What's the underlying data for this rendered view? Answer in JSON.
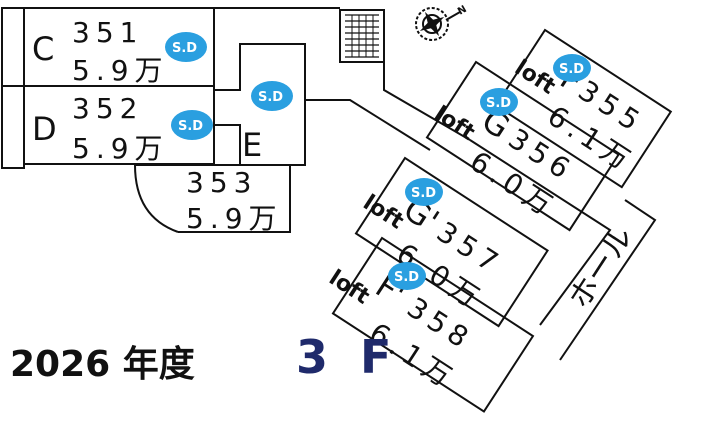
{
  "year_label": "2026 年度",
  "floor_label": "3 F",
  "hall_label": "ホール",
  "badge_label": "S.D",
  "badge_color": "#2a9fe0",
  "floor_color": "#1f2a6b",
  "compass_icon": "compass-rose-north-arrow",
  "compass_north": "N",
  "units": [
    {
      "code": "C",
      "number": "351",
      "rent": "5.9万",
      "loft": "",
      "badge": true
    },
    {
      "code": "D",
      "number": "352",
      "rent": "5.9万",
      "loft": "",
      "badge": true
    },
    {
      "code": "E",
      "number": "353",
      "rent": "5.9万",
      "loft": "",
      "badge": true
    },
    {
      "code": "F",
      "number": "355",
      "rent": "6.1万",
      "loft": "loft",
      "badge": true
    },
    {
      "code": "G",
      "number": "356",
      "rent": "6.0万",
      "loft": "loft",
      "badge": true
    },
    {
      "code": "G'",
      "number": "357",
      "rent": "6.0万",
      "loft": "loft",
      "badge": true
    },
    {
      "code": "F'",
      "number": "358",
      "rent": "6.1万",
      "loft": "loft",
      "badge": true
    }
  ]
}
